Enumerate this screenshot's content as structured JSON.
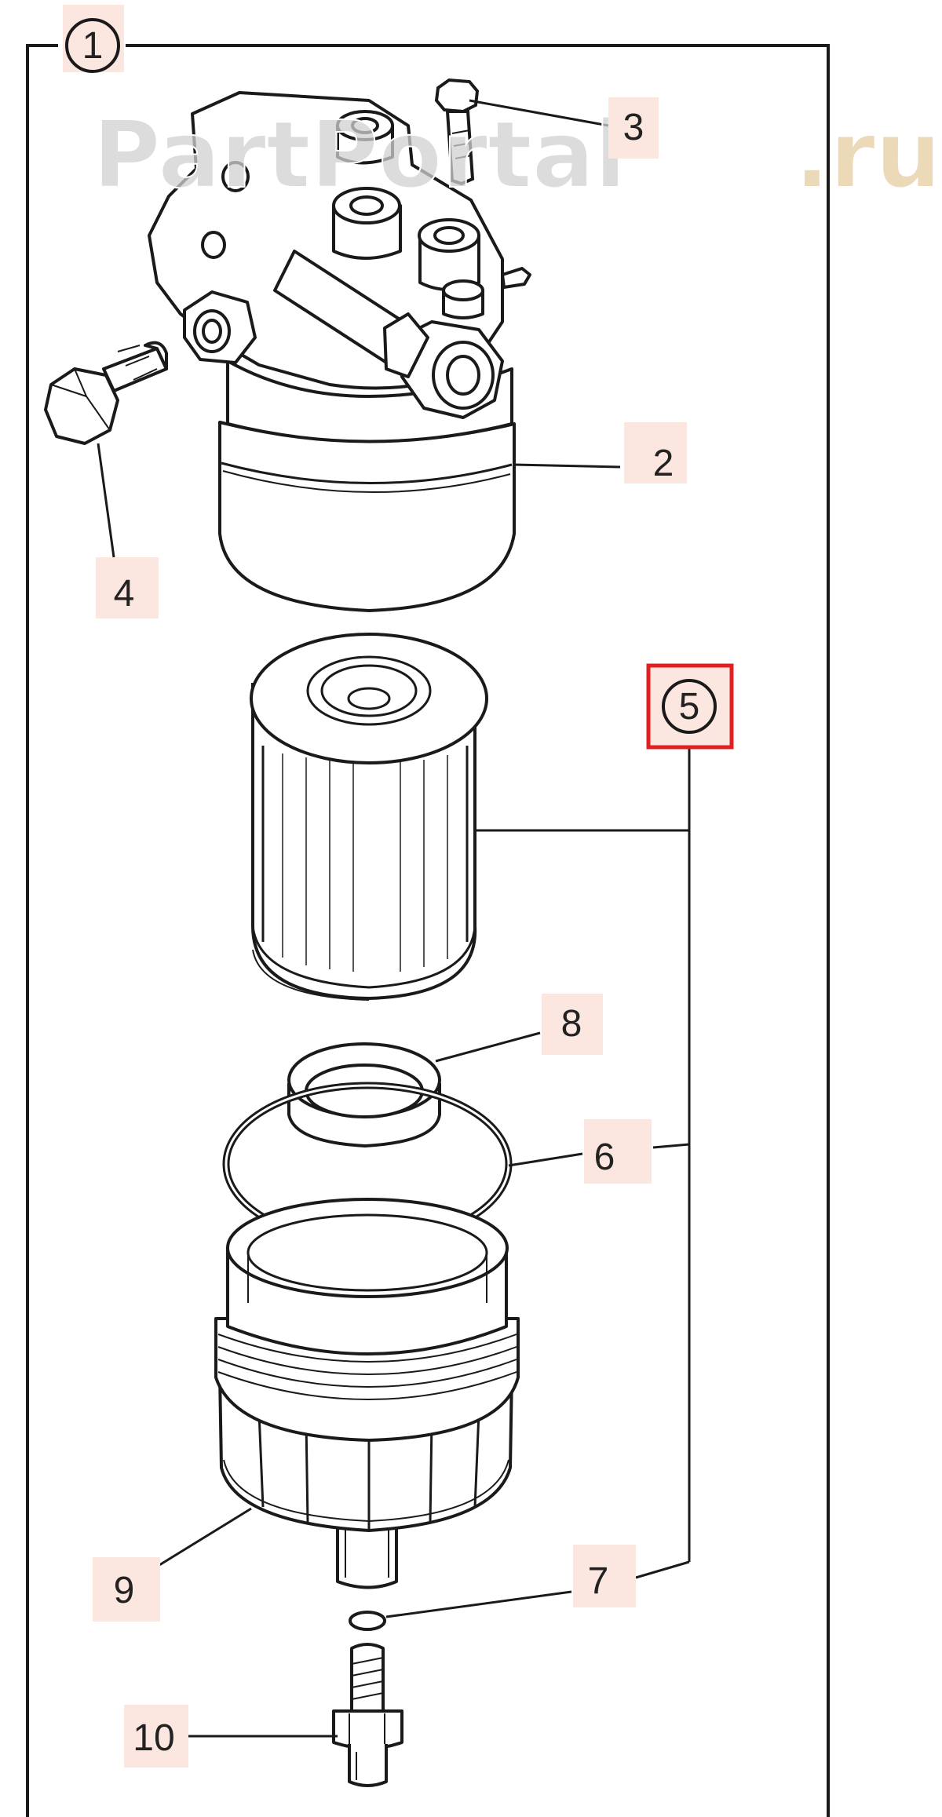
{
  "watermark": {
    "main": "PartPortal",
    "suffix": ".ru"
  },
  "callouts": {
    "c1": "1",
    "c2": "2",
    "c3": "3",
    "c4": "4",
    "c5": "5",
    "c6": "6",
    "c7": "7",
    "c8": "8",
    "c9": "9",
    "c10": "10"
  },
  "colors": {
    "label_bg": "#fbe7df",
    "highlight": "#e02020",
    "line": "#1a1a1a",
    "watermark": "#d0d0d0",
    "watermark_suffix": "#e6cfa6"
  },
  "selected_callout": "5"
}
